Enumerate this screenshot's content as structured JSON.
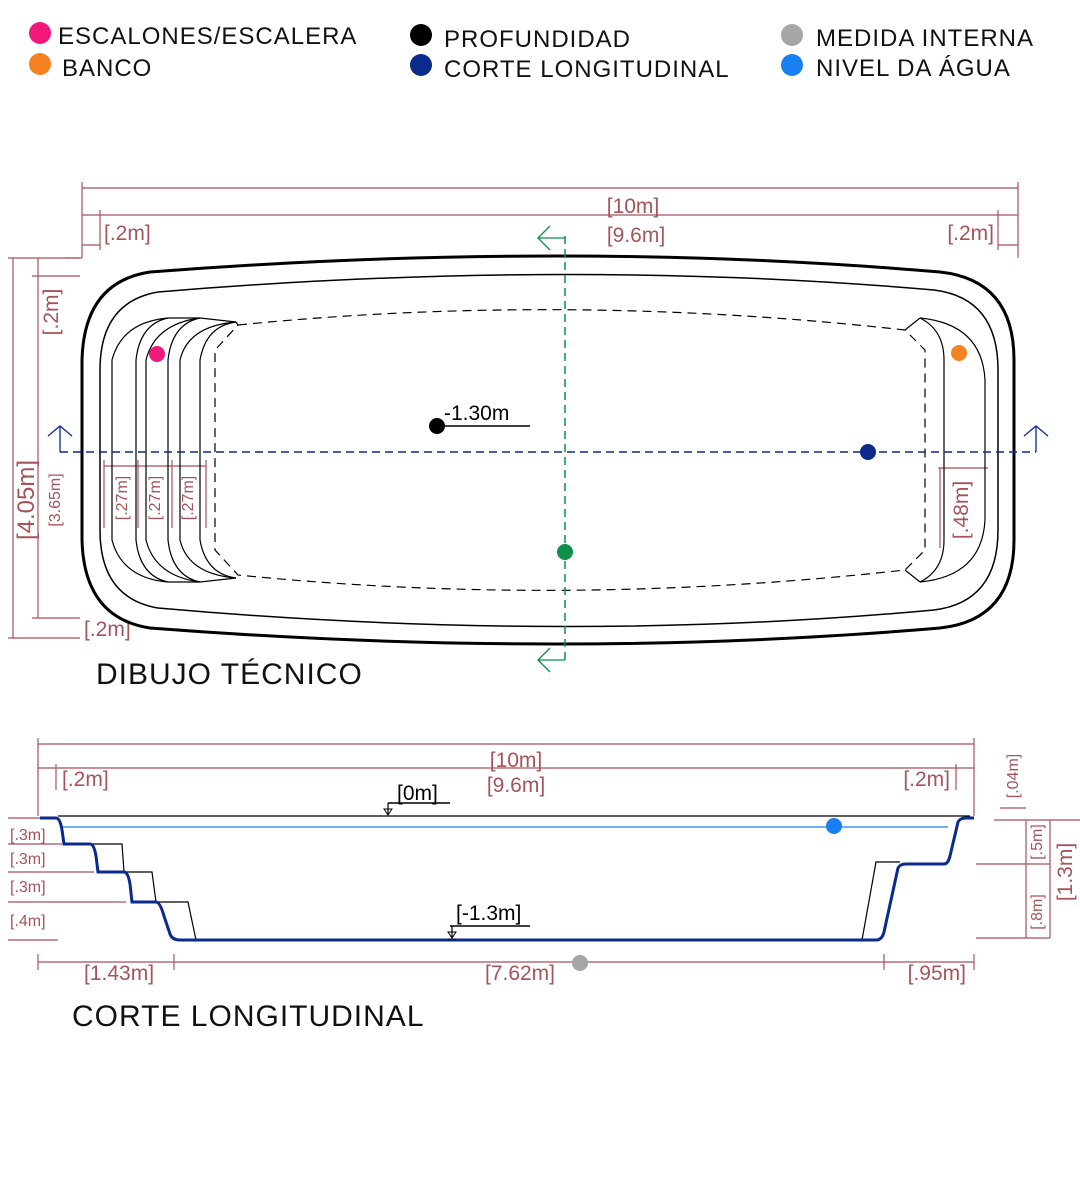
{
  "legend": {
    "escalones": {
      "label": "ESCALONES/ESCALERA",
      "color": "#f0187a"
    },
    "banco": {
      "label": "BANCO",
      "color": "#f58220"
    },
    "profundidad": {
      "label": "PROFUNDIDAD",
      "color": "#000000"
    },
    "corte": {
      "label": "CORTE LONGITUDINAL",
      "color": "#0a2a8c"
    },
    "medida": {
      "label": "MEDIDA INTERNA",
      "color": "#a6a6a6"
    },
    "nivel": {
      "label": "NIVEL DA ÁGUA",
      "color": "#1a7ff0"
    }
  },
  "plan": {
    "title": "DIBUJO TÉCNICO",
    "total_length": "[10m]",
    "inner_length": "[9.6m]",
    "edge_left": "[.2m]",
    "edge_right": "[.2m]",
    "edge_top": "[.2m]",
    "edge_bottom": "[.2m]",
    "total_width": "[4.05m]",
    "inner_width": "[3.65m]",
    "step_1": "[.27m]",
    "step_2": "[.27m]",
    "step_3": "[.27m]",
    "bench": "[.48m]",
    "depth": "-1.30m"
  },
  "section": {
    "title": "CORTE LONGITUDINAL",
    "total_length": "[10m]",
    "inner_length": "[9.6m]",
    "edge_left": "[.2m]",
    "edge_right": "[.2m]",
    "level_top": "[0m]",
    "level_bottom": "[-1.3m]",
    "rim": "[.04m]",
    "upper_depth": "[.5m]",
    "lower_depth": "[.8m]",
    "total_depth": "[1.3m]",
    "riser_1": "[.3m]",
    "riser_2": "[.3m]",
    "riser_3": "[.3m]",
    "riser_4": "[.4m]",
    "stairs_run": "[1.43m]",
    "floor_run": "[7.62m]",
    "bench_run": "[.95m]"
  }
}
